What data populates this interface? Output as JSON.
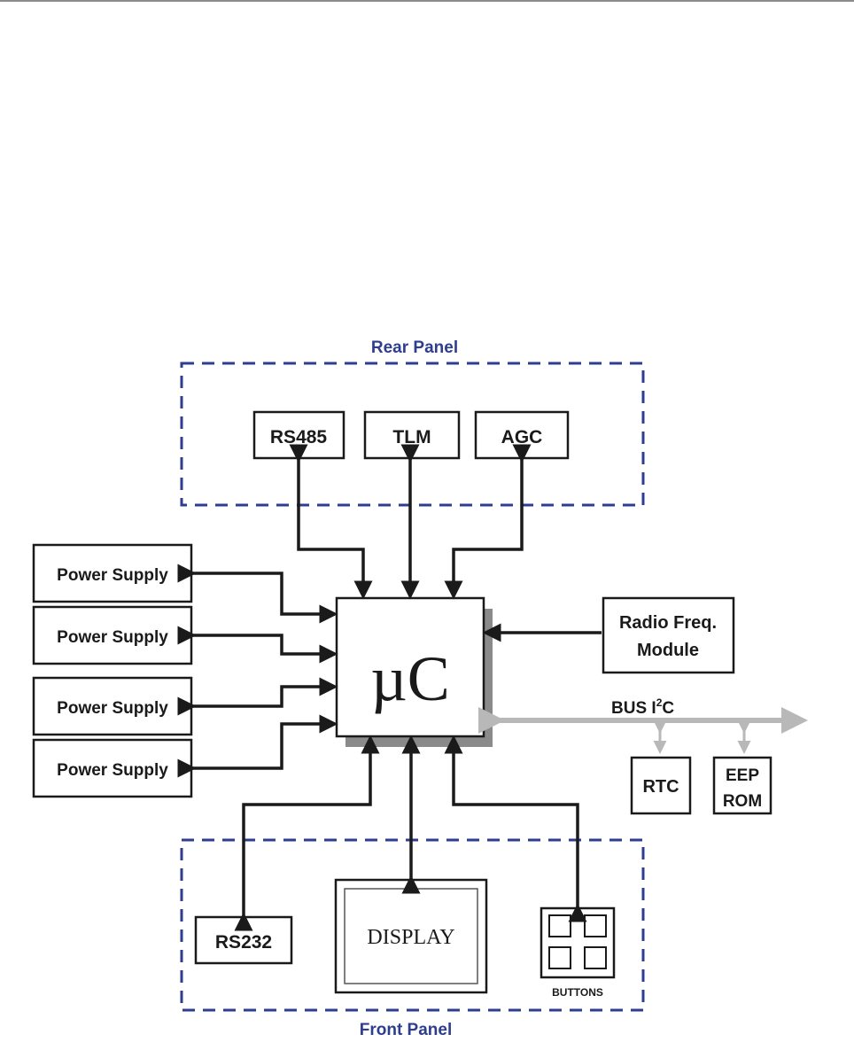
{
  "rear_panel": {
    "label": "Rear Panel",
    "blocks": [
      "RS485",
      "TLM",
      "AGC"
    ]
  },
  "power_supplies": [
    "Power Supply",
    "Power Supply",
    "Power Supply",
    "Power Supply"
  ],
  "controller": {
    "label": "µC"
  },
  "radio_module": {
    "line1": "Radio Freq.",
    "line2": "Module"
  },
  "bus": {
    "label_prefix": "BUS I",
    "label_sup": "2",
    "label_suffix": "C"
  },
  "rtc": {
    "label": "RTC"
  },
  "eeprom": {
    "line1": "EEP",
    "line2": "ROM"
  },
  "front_panel": {
    "label": "Front Panel",
    "rs232": "RS232",
    "display": "DISPLAY",
    "buttons": "BUTTONS"
  },
  "colors": {
    "panel_border": "#2d3d8f",
    "wire": "#1a1a1a",
    "bus": "#b8b8b8"
  }
}
